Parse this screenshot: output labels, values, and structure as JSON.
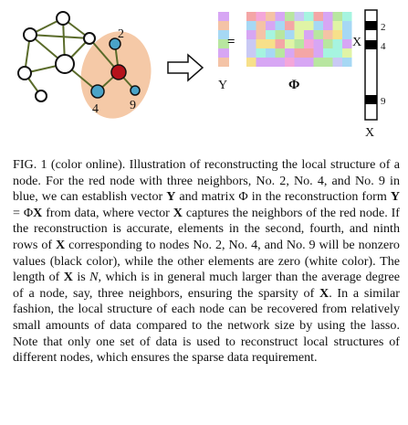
{
  "figure": {
    "node_labels": [
      "2",
      "4",
      "9"
    ],
    "eq_Y": "Y",
    "eq_equals": "=",
    "eq_Phi": "Φ",
    "eq_X_right": "X",
    "eq_X_bottom": "X",
    "x_labels": [
      "2",
      "4",
      "9"
    ],
    "colors": {
      "target_node": "#b5121b",
      "neighbor_node": "#4aa3c8",
      "neighborhood_fill": "#f5c9a7",
      "edge": "#5a6b2a",
      "black_entry": "#000000"
    }
  },
  "caption": {
    "p1": "FIG. 1 (color online).   Illustration of reconstructing the local structure of a node. For the red node with three neighbors, No. 2, No. 4, and No. 9 in blue, we can establish vector ",
    "Y1": "Y",
    "p2": " and matrix Φ in the reconstruction form ",
    "eq": "Y",
    "p3": " = Φ",
    "X1": "X",
    "p4": " from data, where vector ",
    "X2": "X",
    "p5": " captures the neighbors of the red node. If the reconstruction is accurate, elements in the second, fourth, and ninth rows of ",
    "X3": "X",
    "p6": " corresponding to nodes No. 2, No. 4, and No. 9 will be nonzero values (black color), while the other elements are zero (white color). The length of ",
    "X4": "X",
    "p7": " is ",
    "N": "N",
    "p8": ", which is in general much larger than the average degree of a node, say, three neighbors, ensuring the sparsity of ",
    "X5": "X",
    "p9": ". In a similar fashion, the local structure of each node can be recovered from relatively small amounts of data compared to the network size by using the lasso. Note that only one set of data is used to reconstruct local structures of different nodes, which ensures the sparse data requirement."
  }
}
